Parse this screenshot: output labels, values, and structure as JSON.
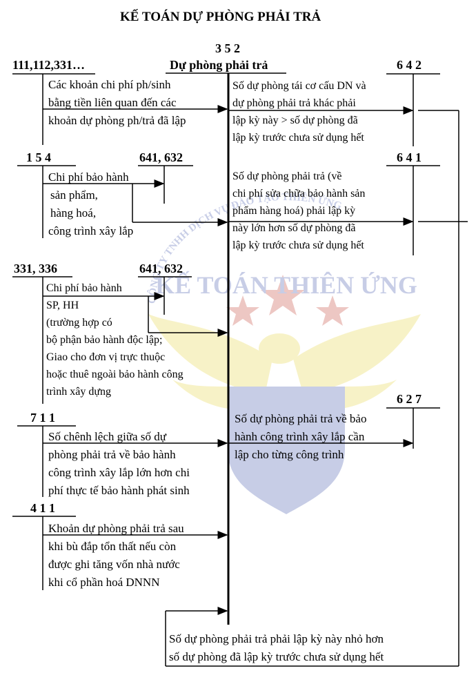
{
  "title": "KẾ TOÁN DỰ PHÒNG PHẢI TRẢ",
  "center": {
    "code": "3 5 2",
    "name": "Dự phòng phải trả"
  },
  "left_accounts": {
    "a111": "111,112,331…",
    "a154": "1 5 4",
    "a641_632_1": "641, 632",
    "a331_336": "331, 336",
    "a641_632_2": "641, 632",
    "a711": "7 1 1",
    "a411": "4 1 1"
  },
  "right_accounts": {
    "a642": "6 4 2",
    "a641": "6 4 1",
    "a627": "6 2 7"
  },
  "texts": {
    "t1": [
      "Các khoản chi phí ph/sinh",
      "bằng tiền liên quan đến các",
      "khoản dự phòng ph/trả đã lập"
    ],
    "t2": [
      "Chi phí bảo hành",
      "sản phẩm,",
      "hàng hoá,",
      "công trình xây lắp"
    ],
    "t3": [
      "Chi phí bảo hành",
      "SP, HH",
      "(trường hợp có",
      "bộ phận bảo hành độc lập;",
      "Giao cho đơn vị trực thuộc",
      "hoặc thuê ngoài bảo hành công",
      "trình xây dựng"
    ],
    "t4": [
      "Số chênh lệch giữa số dự",
      "phòng phải trả về bảo hành",
      "công trình xây lắp lớn hơn chi",
      "phí thực tế bảo hành phát sinh"
    ],
    "t5": [
      "Khoản dự phòng phải trả sau",
      "khi bù đắp tổn thất nếu còn",
      "được ghi tăng vốn nhà nước",
      "khi cổ phần hoá DNNN"
    ],
    "r1": [
      "Số dự phòng tái cơ cấu DN và",
      "dự phòng phải trả khác phải",
      "lập kỳ này > số dự phòng đã",
      "lập kỳ trước chưa sử dụng hết"
    ],
    "r2": [
      "Số dự phòng phải trả (về",
      "chi phí sửa chữa bảo hành sản",
      "phẩm hàng hoá) phải lập kỳ",
      "này lớn hơn số dự phòng đã",
      "lập kỳ trước chưa sử dụng hết"
    ],
    "r3": [
      "Số dự phòng phải trả về bảo",
      "hành công trình xây lắp cần",
      "lập cho từng công trình"
    ],
    "bottom": [
      "Số dự phòng phải trả phải lập kỳ này nhỏ hơn",
      "số dự phòng đã lập kỳ trước chưa sử dụng hết"
    ]
  },
  "watermark": {
    "arc_text": "CÔNG TY TNHH DỊCH VỤ ĐÀO TẠO THIÊN ỨNG",
    "name": "KẾ TOÁN THIÊN ỨNG"
  },
  "colors": {
    "ink": "#000000",
    "wm_blue": "#3a4fa8",
    "wm_red": "#c0392b",
    "wm_yellow": "#e6d23a"
  }
}
